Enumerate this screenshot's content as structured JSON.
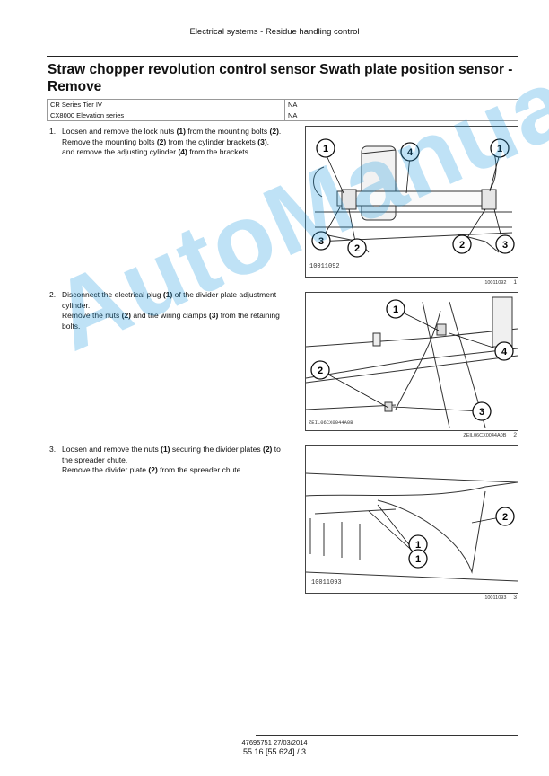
{
  "header": "Electrical systems - Residue handling control",
  "title": "Straw chopper revolution control sensor Swath plate position sensor - Remove",
  "applicability": [
    {
      "model": "CR Series Tier IV",
      "value": "NA"
    },
    {
      "model": "CX8000 Elevation series",
      "value": "NA"
    }
  ],
  "steps": [
    {
      "num": "1.",
      "p1": [
        "Loosen and remove the lock nuts ",
        "(1)",
        " from the mounting bolts ",
        "(2)",
        "."
      ],
      "p2": [
        "Remove the mounting bolts ",
        "(2)",
        " from the cylinder brackets ",
        "(3)",
        ", and remove the adjusting cylinder ",
        "(4)",
        " from the brackets."
      ]
    },
    {
      "num": "2.",
      "p1": [
        "Disconnect the electrical plug ",
        "(1)",
        " of the divider plate adjustment cylinder."
      ],
      "p2": [
        "Remove the nuts ",
        "(2)",
        " and the wiring clamps ",
        "(3)",
        " from the retaining bolts."
      ]
    },
    {
      "num": "3.",
      "p1": [
        "Loosen and remove the nuts ",
        "(1)",
        " securing the divider plates ",
        "(2)",
        " to the spreader chute."
      ],
      "p2": [
        "Remove the divider plate ",
        "(2)",
        " from the spreader chute."
      ]
    }
  ],
  "figures": [
    {
      "id": "10011092",
      "inner_id": "10011092",
      "caption_id": "10011092",
      "num": "1",
      "callouts": [
        "1",
        "4",
        "1",
        "3",
        "2",
        "2",
        "3"
      ]
    },
    {
      "id": "ZEIL06CX0044A0B",
      "inner_id": "ZEIL06CX0044A0B",
      "caption_id": "ZEIL06CX0044A0B",
      "num": "2",
      "callouts": [
        "1",
        "4",
        "2",
        "3"
      ]
    },
    {
      "id": "10011093",
      "inner_id": "10011093",
      "caption_id": "10011093",
      "num": "3",
      "callouts": [
        "2",
        "1",
        "1"
      ]
    }
  ],
  "watermark": "AutoManual",
  "footer": {
    "doc": "47695751 27/03/2014",
    "page": "55.16 [55.624] / 3"
  }
}
